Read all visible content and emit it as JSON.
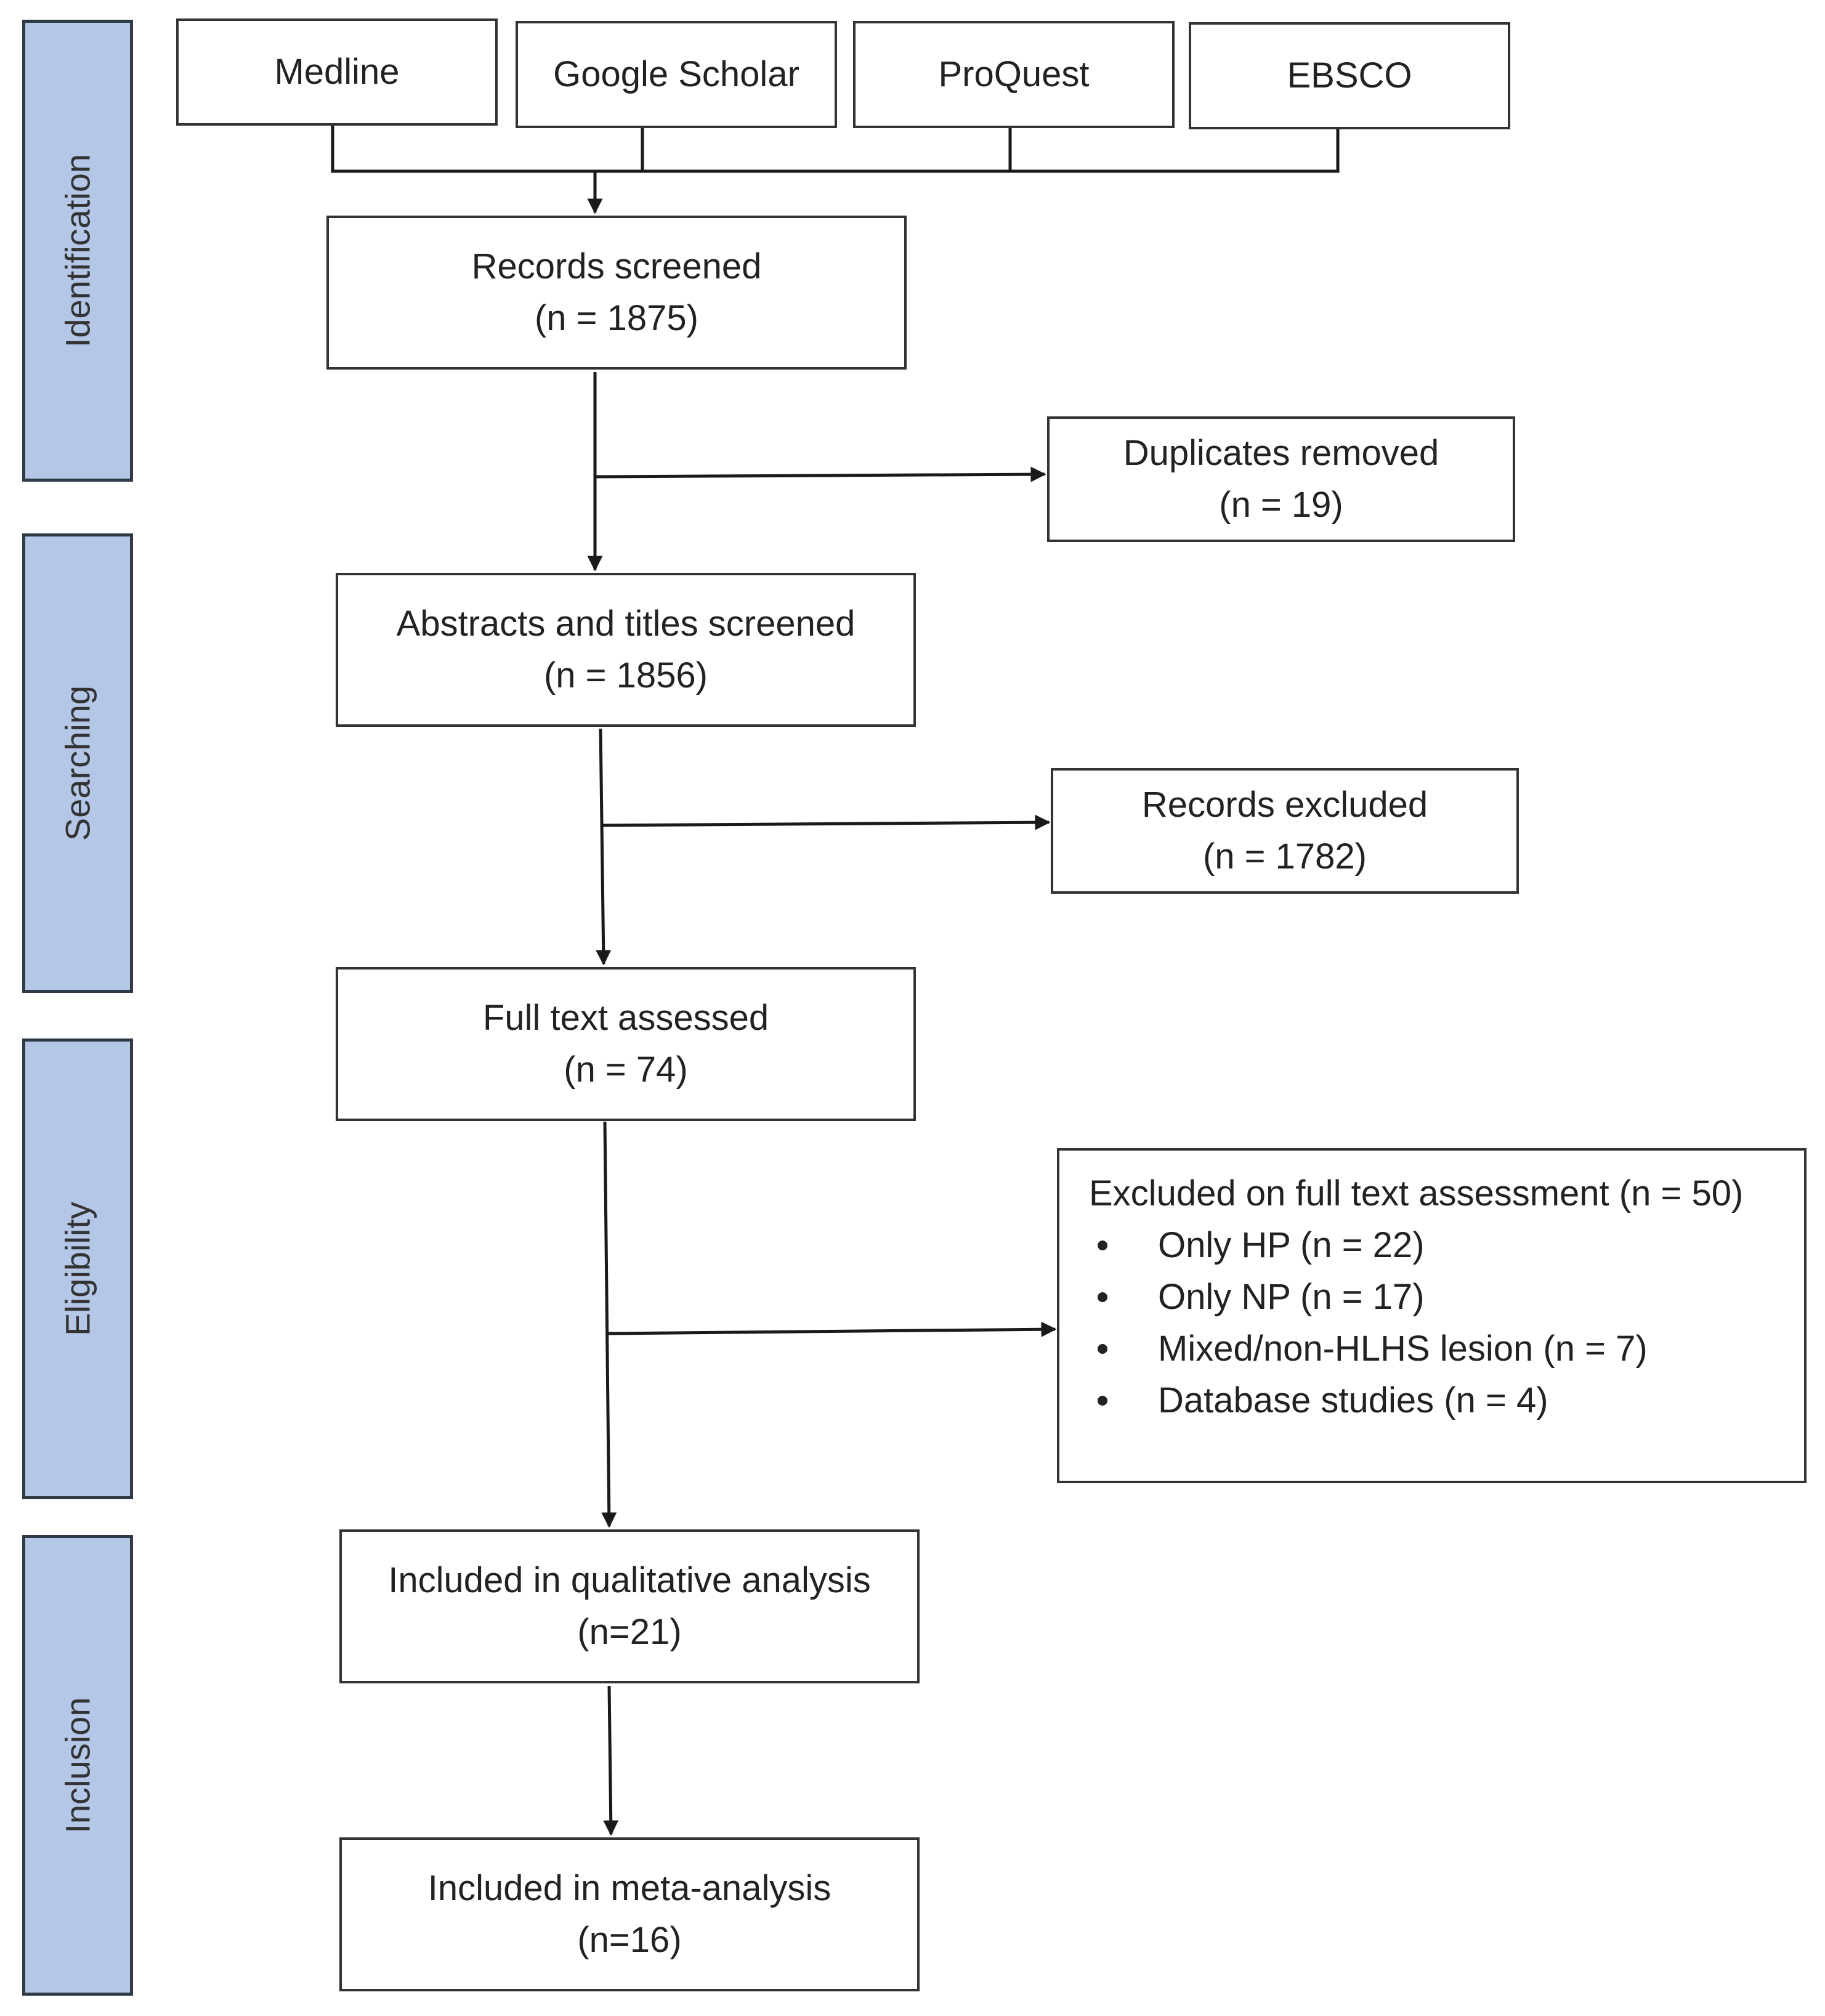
{
  "stages": [
    {
      "id": "identification",
      "label": "Identification"
    },
    {
      "id": "searching",
      "label": "Searching"
    },
    {
      "id": "eligibility",
      "label": "Eligibility"
    },
    {
      "id": "inclusion",
      "label": "Inclusion"
    }
  ],
  "databases": [
    {
      "id": "medline",
      "label": "Medline"
    },
    {
      "id": "google-scholar",
      "label": "Google Scholar"
    },
    {
      "id": "proquest",
      "label": "ProQuest"
    },
    {
      "id": "ebsco",
      "label": "EBSCO"
    }
  ],
  "flow": {
    "records_screened": {
      "title": "Records screened",
      "count": "(n = 1875)"
    },
    "duplicates_removed": {
      "title": "Duplicates removed",
      "count": "(n = 19)"
    },
    "abstracts_screened": {
      "title": "Abstracts and titles screened",
      "count": "(n = 1856)"
    },
    "records_excluded": {
      "title": "Records excluded",
      "count": "(n = 1782)"
    },
    "full_text_assessed": {
      "title": "Full text assessed",
      "count": "(n = 74)"
    },
    "excluded_full_text": {
      "title": "Excluded on full text assessment (n = 50)",
      "reasons": [
        "Only HP (n = 22)",
        "Only NP (n = 17)",
        "Mixed/non-HLHS lesion (n = 7)",
        "Database studies (n = 4)"
      ]
    },
    "qualitative": {
      "title": "Included in qualitative analysis",
      "count": "(n=21)"
    },
    "meta_analysis": {
      "title": "Included in meta-analysis",
      "count": "(n=16)"
    }
  },
  "colors": {
    "stage_fill": "#b4c7e7",
    "stage_border": "#2f3a47",
    "line": "#1a1a1a",
    "box_border": "#333333"
  }
}
